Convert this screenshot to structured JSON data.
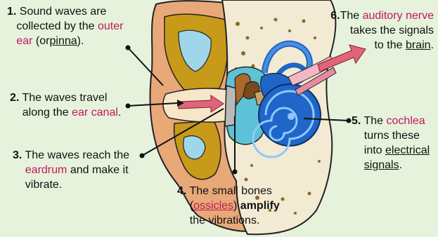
{
  "labels": {
    "step1": {
      "num": "1.",
      "line1": "Sound waves are",
      "line2_a": "collected by the",
      "line2_hl": "outer",
      "line3_hl": "ear",
      "line3_a": "(or",
      "line3_ul": "pinna",
      "line3_b": ")."
    },
    "step2": {
      "num": "2.",
      "line1": "The waves travel",
      "line2_a": "along the",
      "line2_hl": "ear canal",
      "line2_b": "."
    },
    "step3": {
      "num": "3.",
      "line1": "The waves reach the",
      "line2_hl": "eardrum",
      "line2_a": "and make it",
      "line3": "vibrate."
    },
    "step4": {
      "num": "4.",
      "line1": "The small bones",
      "line2_a": "(",
      "line2_ul": "ossicles",
      "line2_b": ")",
      "line2_bold": "amplify",
      "line3": "the vibrations."
    },
    "step5": {
      "num": "5.",
      "line1_a": "The",
      "line1_hl": "cochlea",
      "line2": "turns these",
      "line3_a": "into",
      "line3_ul": "electrical",
      "line4_ul": "signals",
      "line4_b": "."
    },
    "step6": {
      "num": "6.",
      "line1_a": "The",
      "line1_hl": "auditory nerve",
      "line2": "takes the signals",
      "line3_a": "to the",
      "line3_ul": "brain",
      "line3_b": "."
    }
  },
  "colors": {
    "background": "#e6f2dc",
    "highlight": "#c2185b",
    "skin": "#e8a878",
    "cartilage": "#c89a1a",
    "bone": "#f2ead2",
    "cochlea": "#1f66c8",
    "arrow_pink": "#e0647a"
  }
}
